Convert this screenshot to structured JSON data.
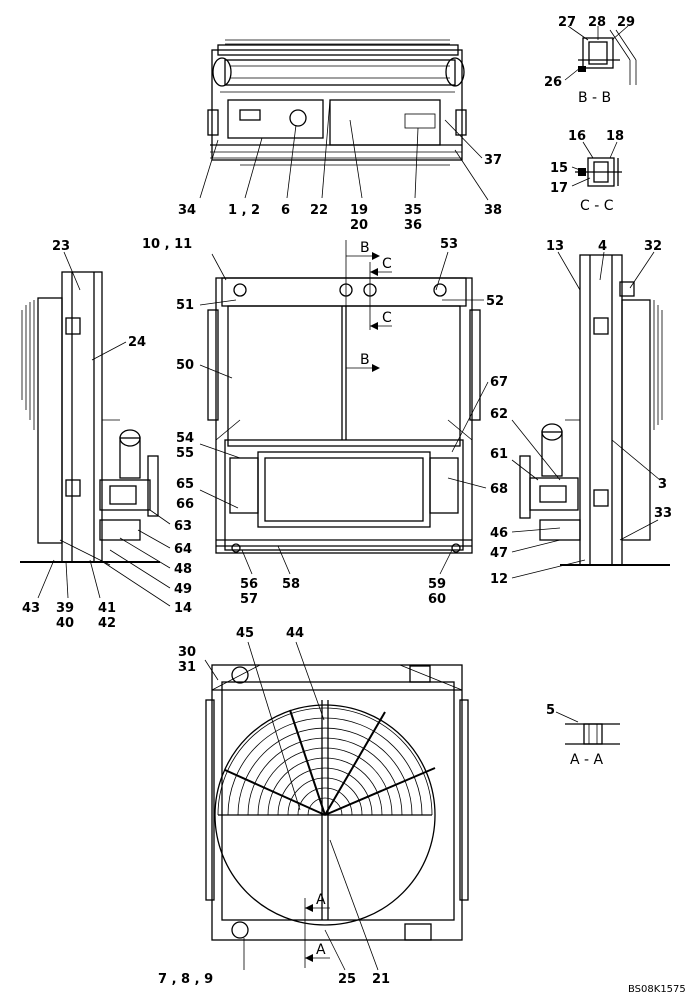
{
  "drawing_code": "BS08K1575",
  "callouts": {
    "top_view": [
      "27",
      "28",
      "29",
      "26",
      "16",
      "18",
      "15",
      "17",
      "34",
      "1 , 2",
      "6",
      "22",
      "19",
      "20",
      "35",
      "36",
      "37",
      "38"
    ],
    "front_view": [
      "10 , 11",
      "53",
      "51",
      "52",
      "50",
      "54",
      "55",
      "65",
      "66",
      "56",
      "57",
      "58",
      "59",
      "60",
      "67",
      "68"
    ],
    "left_view": [
      "23",
      "24",
      "63",
      "64",
      "48",
      "49",
      "14",
      "43",
      "39",
      "40",
      "41",
      "42"
    ],
    "right_view": [
      "13",
      "4",
      "32",
      "62",
      "61",
      "3",
      "33",
      "46",
      "47",
      "12"
    ],
    "rear_view": [
      "30",
      "31",
      "45",
      "44",
      "5",
      "7 , 8 , 9",
      "25",
      "21"
    ]
  },
  "section_labels": {
    "bb": "B - B",
    "cc": "C - C",
    "aa": "A - A",
    "b_arrow": "B",
    "c_arrow": "C",
    "a_arrow": "A"
  }
}
